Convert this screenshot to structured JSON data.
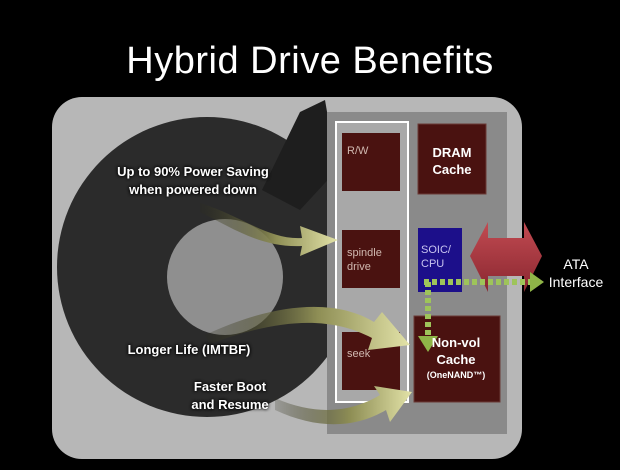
{
  "title": "Hybrid Drive Benefits",
  "benefits": {
    "power_line1": "Up to 90% Power Saving",
    "power_line2": "when powered down",
    "life": "Longer Life (IMTBF)",
    "boot_line1": "Faster Boot",
    "boot_line2": "and Resume"
  },
  "blocks": {
    "rw": "R/W",
    "spindle_line1": "spindle",
    "spindle_line2": "drive",
    "seek": "seek",
    "dram_line1": "DRAM",
    "dram_line2": "Cache",
    "soic_line1": "SOIC/",
    "soic_line2": "CPU",
    "nonvol_line1": "Non-vol",
    "nonvol_line2": "Cache",
    "nonvol_line3": "(OneNAND™)"
  },
  "interface": {
    "line1": "ATA",
    "line2": "Interface"
  },
  "colors": {
    "drive_body": "#b7b7b7",
    "platter": "#2b2b2b",
    "block_maroon": "#4a1210",
    "cpu_blue": "#1c0f8a",
    "arrow_red": "#a8343c",
    "arrow_olive": "#c9c98a"
  }
}
